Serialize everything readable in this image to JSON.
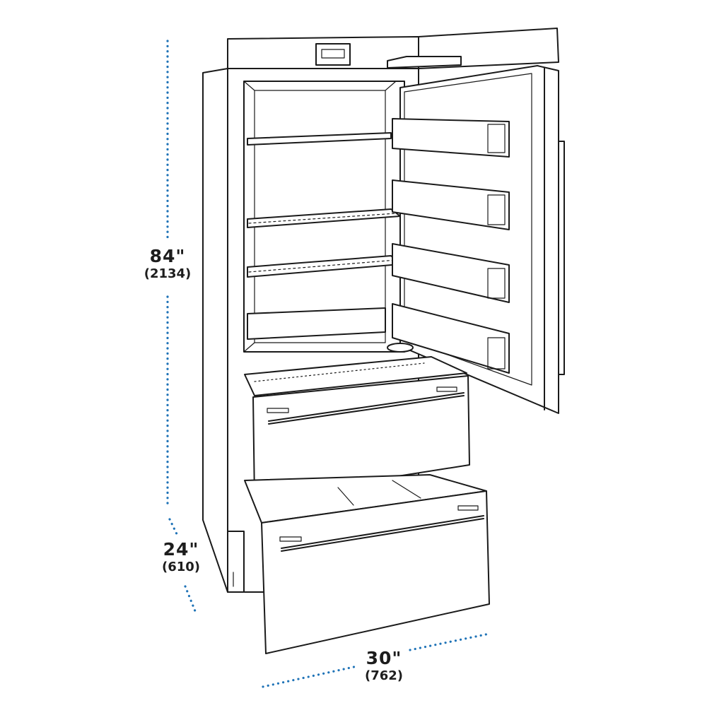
{
  "dimensions": {
    "height": {
      "imperial": "84\"",
      "metric": "(2134)"
    },
    "depth": {
      "imperial": "24\"",
      "metric": "(610)"
    },
    "width": {
      "imperial": "30\"",
      "metric": "(762)"
    }
  },
  "colors": {
    "dimension_line": "#1f73b7",
    "outline": "#1a1a1a",
    "label_text": "#1d1d1d"
  }
}
